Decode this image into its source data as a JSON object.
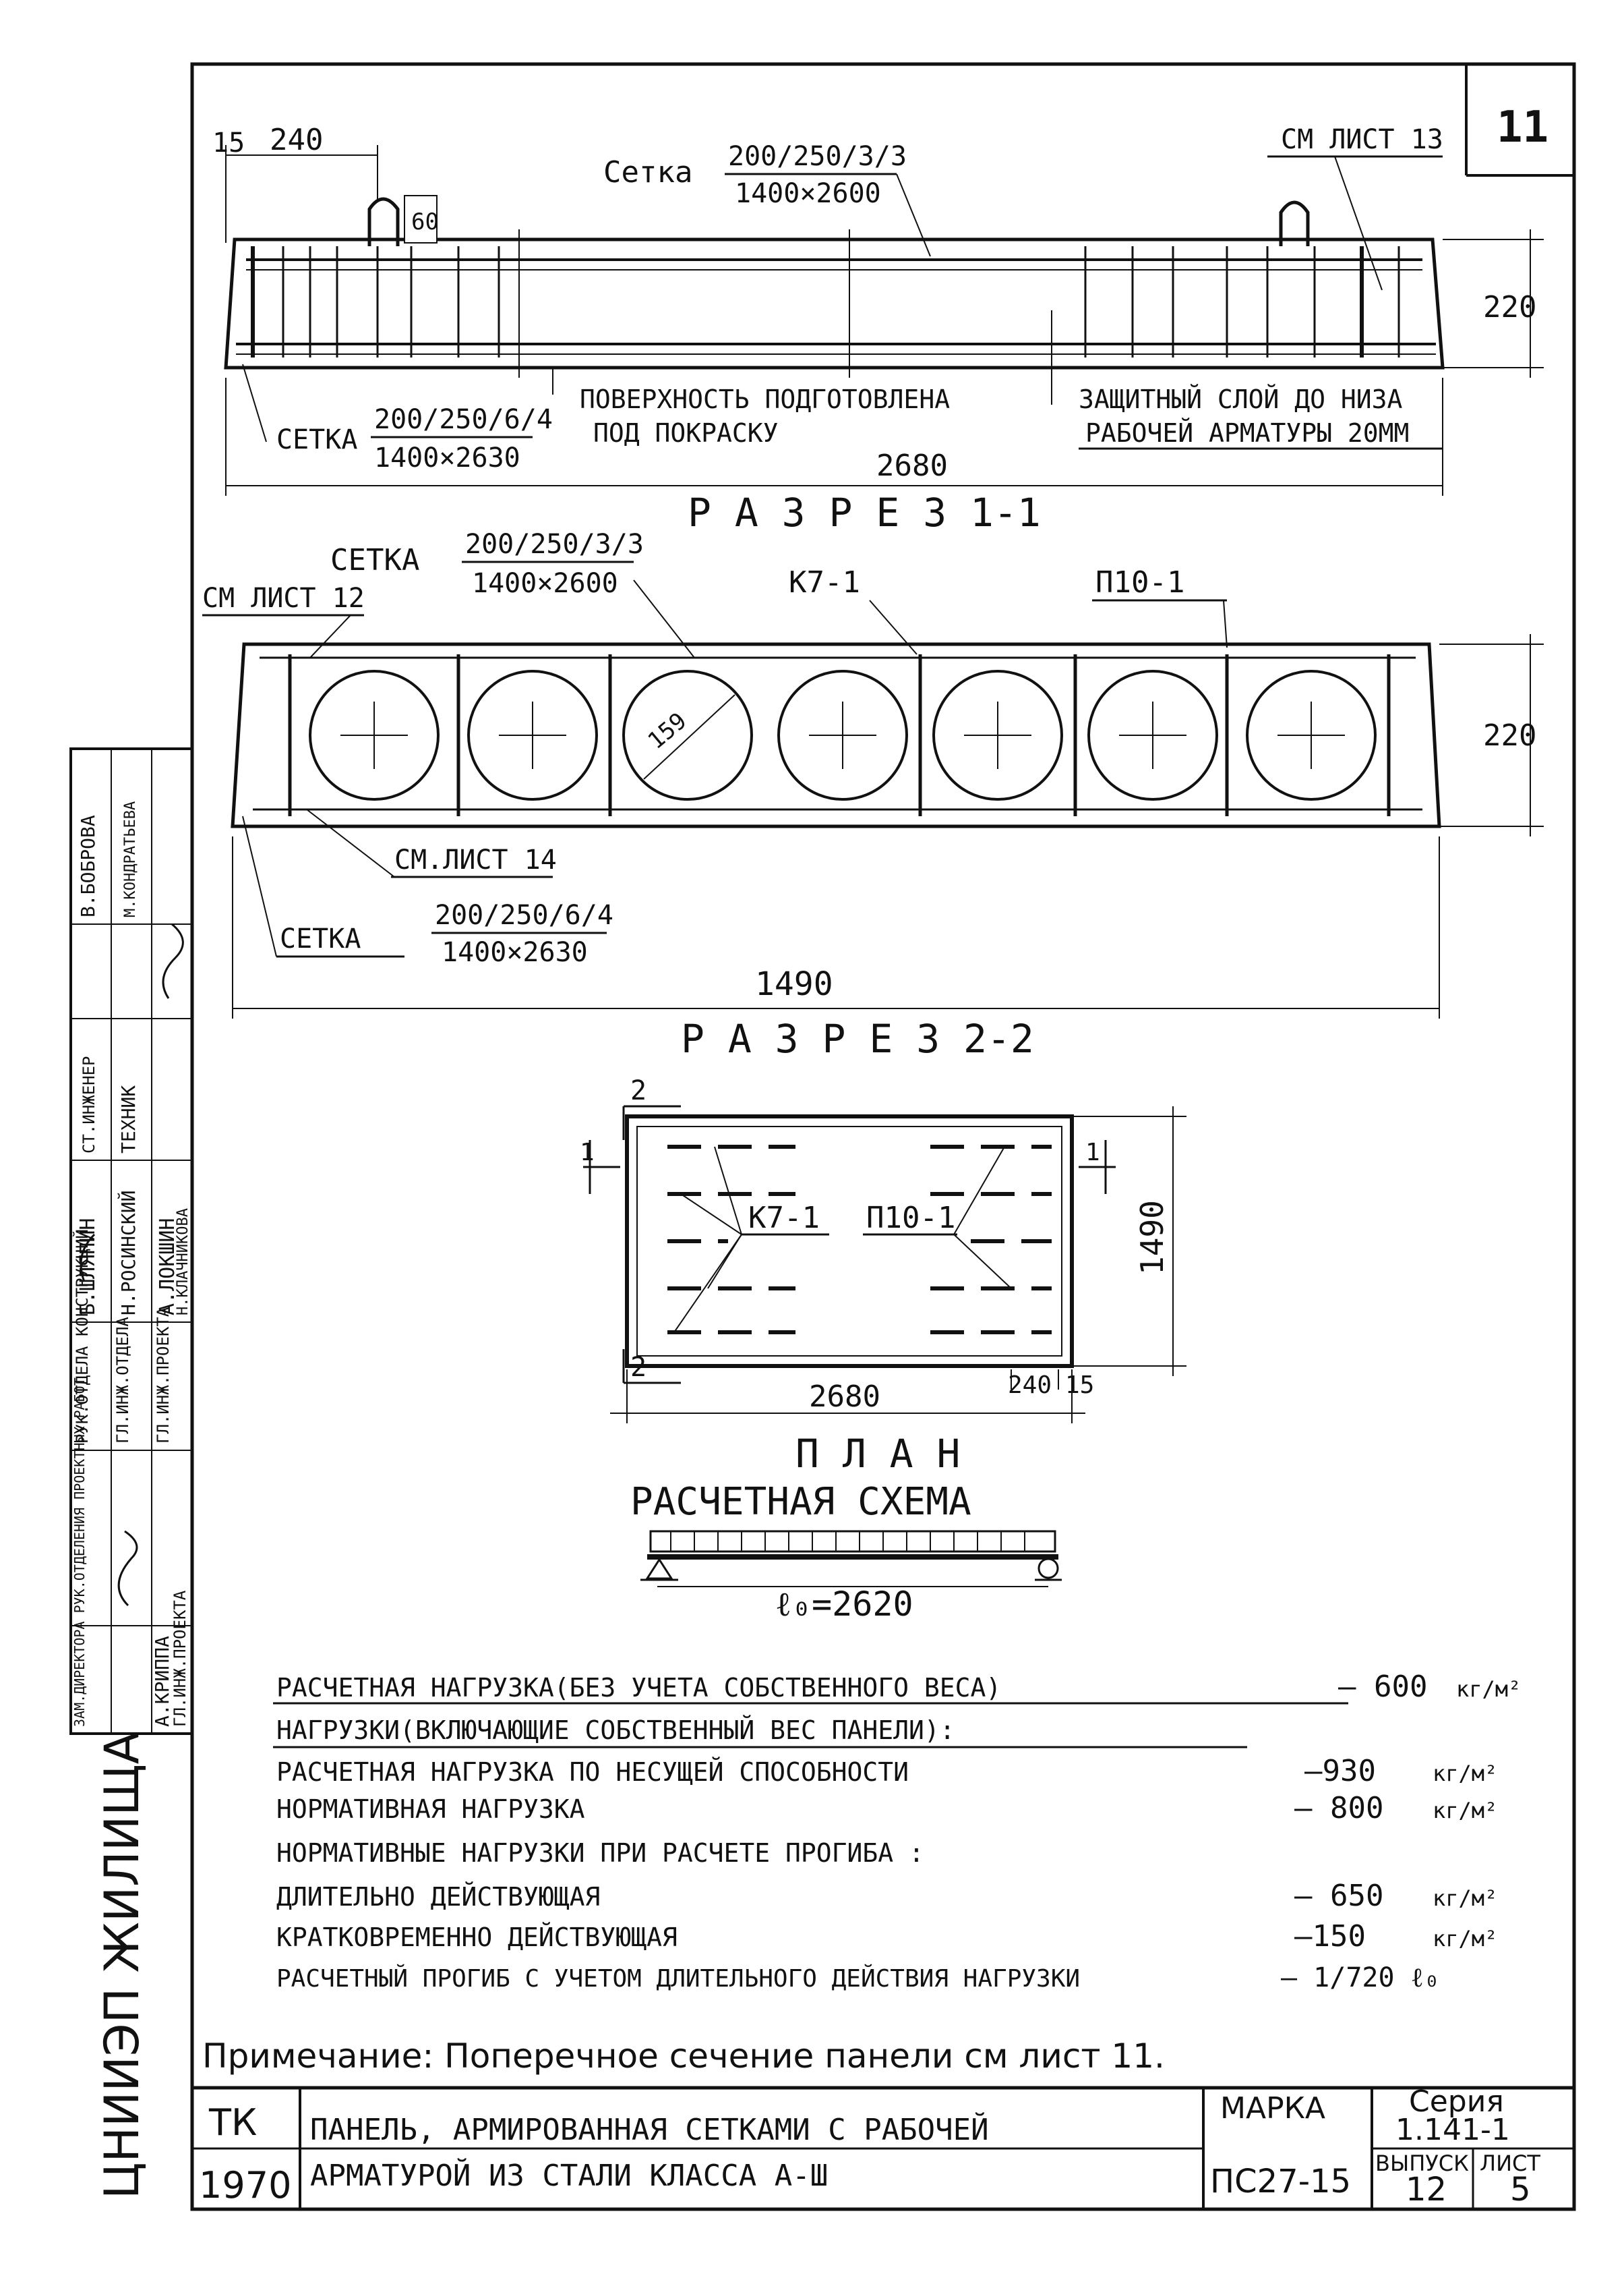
{
  "sheet_corner_number": "11",
  "section_1": {
    "dim_15": "15",
    "dim_240": "240",
    "dim_60": "60",
    "dim_220": "220",
    "dim_length": "2680",
    "mesh_top_label": "Сетка",
    "mesh_top_num": "200/250/3/3",
    "mesh_top_den": "1400×2600",
    "see_sheet_13": "СМ ЛИСТ 13",
    "mesh_bottom_label": "СЕТКА",
    "mesh_bottom_num": "200/250/6/4",
    "mesh_bottom_den": "1400×2630",
    "surface_note_1": "ПОВЕРХНОСТЬ ПОДГОТОВЛЕНА",
    "surface_note_2": "ПОД ПОКРАСКУ",
    "cover_note_1": "ЗАЩИТНЫЙ СЛОЙ ДО НИЗА",
    "cover_note_2": "РАБОЧЕЙ АРМАТУРЫ 20ММ",
    "title": "Р А З Р Е З 1-1"
  },
  "section_2": {
    "mesh_top_label": "СЕТКА",
    "mesh_top_num": "200/250/3/3",
    "mesh_top_den": "1400×2600",
    "see_sheet_12": "СМ ЛИСТ 12",
    "k7": "К7-1",
    "p10": "П10-1",
    "void_diameter": "159",
    "dim_220": "220",
    "see_sheet_14": "СМ.ЛИСТ 14",
    "mesh_bottom_label": "СЕТКА",
    "mesh_bottom_num": "200/250/6/4",
    "mesh_bottom_den": "1400×2630",
    "dim_width": "1490",
    "title": "Р А З Р Е З 2-2"
  },
  "plan": {
    "cut2_top": "2",
    "cut2_bottom": "2",
    "cut1_left": "1",
    "cut1_right": "1",
    "k7": "К7-1",
    "p10": "П10-1",
    "dim_1490": "1490",
    "dim_2680": "2680",
    "dim_240": "240",
    "dim_15": "15",
    "title": "П Л А Н"
  },
  "scheme": {
    "title": "РАСЧЕТНАЯ СХЕМА",
    "span": "ℓ₀=2620"
  },
  "loads": [
    {
      "text": "РАСЧЕТНАЯ НАГРУЗКА(БЕЗ УЧЕТА СОБСТВЕННОГО ВЕСА)",
      "value": "— 600",
      "unit": "кг/м²"
    },
    {
      "text": "НАГРУЗКИ(ВКЛЮЧАЮЩИЕ СОБСТВЕННЫЙ ВЕС ПАНЕЛИ):",
      "value": "",
      "unit": ""
    },
    {
      "text": "РАСЧЕТНАЯ НАГРУЗКА ПО НЕСУЩЕЙ СПОСОБНОСТИ",
      "value": "—930",
      "unit": "кг/м²"
    },
    {
      "text": "НОРМАТИВНАЯ НАГРУЗКА",
      "value": "— 800",
      "unit": "кг/м²"
    },
    {
      "text": "НОРМАТИВНЫЕ НАГРУЗКИ ПРИ РАСЧЕТЕ ПРОГИБА :",
      "value": "",
      "unit": ""
    },
    {
      "text": "ДЛИТЕЛЬНО ДЕЙСТВУЮЩАЯ",
      "value": "— 650",
      "unit": "кг/м²"
    },
    {
      "text": "КРАТКОВРЕМЕННО ДЕЙСТВУЮЩАЯ",
      "value": "—150",
      "unit": "кг/м²"
    },
    {
      "text": "РАСЧЕТНЫЙ ПРОГИБ С УЧЕТОМ ДЛИТЕЛЬНОГО ДЕЙСТВИЯ НАГРУЗКИ",
      "value": "— 1/720 ℓ₀",
      "unit": ""
    }
  ],
  "note": "Примечание: Поперечное сечение панели см лист 11.",
  "title_block": {
    "tk": "ТК",
    "year": "1970",
    "title_1": "ПАНЕЛЬ, АРМИРОВАННАЯ СЕТКАМИ С РАБОЧЕЙ",
    "title_2": "АРМАТУРОЙ ИЗ СТАЛИ КЛАССА А-Ш",
    "marka_label": "МАРКА",
    "marka": "ПС27-15",
    "series_label": "Серия",
    "series": "1.141-1",
    "issue_label": "ВЫПУСК",
    "issue": "12",
    "sheet_label": "ЛИСТ",
    "sheet": "5"
  },
  "side_stamp": {
    "org": "ЦНИИЭП ЖИЛИЩА",
    "roles": [
      "ЗАМ.ДИРЕКТОРА РУК.ОТДЕЛЕНИЯ ПРОЕКТНЫХ РАБОТ",
      "РУК.ОТДЕЛА КОНСТРУКЦИЙ",
      "ГЛ.ИНЖ.ОТДЕЛА",
      "ГЛ.ИНЖ.ПРОЕКТА",
      "ГЛ.ИНЖ.ПРОЕКТА"
    ],
    "names": [
      "А.КРИППА",
      "Б.ШЛЯПИН",
      "Н.РОСИНСКИЙ",
      "А.ЛОКШИН",
      "Н.КЛАЧНИКОВА"
    ],
    "roles2": [
      "СТ.ИНЖЕНЕР",
      "ТЕХНИК"
    ],
    "names2": [
      "В.БОБРОВА",
      "М.КОНДРАТЬЕВА"
    ]
  }
}
